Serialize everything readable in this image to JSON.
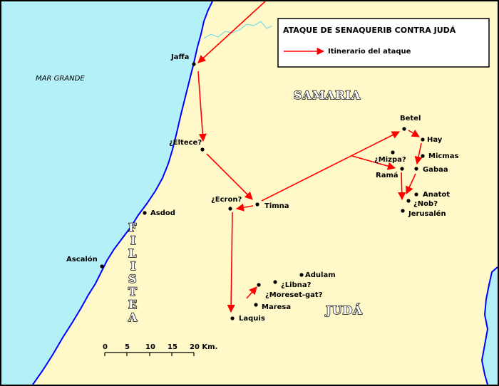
{
  "legend": {
    "title": "ATAQUE DE SENAQUERIB CONTRA JUDÁ",
    "route_label": "Itinerario del ataque"
  },
  "sea_label": "MAR GRANDE",
  "regions": {
    "samaria": "SAMARIA",
    "juda": "JUDÁ",
    "filistea": [
      "F",
      "I",
      "L",
      "I",
      "S",
      "T",
      "E",
      "A"
    ]
  },
  "places": {
    "jaffa": "Jaffa",
    "eltece": "¿Eltece?",
    "ecron": "¿Ecron?",
    "timna": "Timna",
    "asdod": "Asdod",
    "ascalon": "Ascalón",
    "betel": "Betel",
    "hay": "Hay",
    "micmas": "Micmas",
    "mizpa": "¿Mizpa?",
    "rama": "Ramá",
    "gabaa": "Gabaa",
    "anatot": "Anatot",
    "nob": "¿Nob?",
    "jerusalen": "Jerusalén",
    "adulam": "Adulam",
    "libna": "¿Libna?",
    "moreset": "¿Moreset-gat?",
    "maresa": "Maresa",
    "laquis": "Laquis"
  },
  "scale": {
    "ticks": [
      "0",
      "5",
      "10",
      "15",
      "20 Km."
    ]
  },
  "colors": {
    "land": "#FFF8C8",
    "sea": "#B4F0F8",
    "coast": "#0000FF",
    "route": "#FF0000"
  }
}
